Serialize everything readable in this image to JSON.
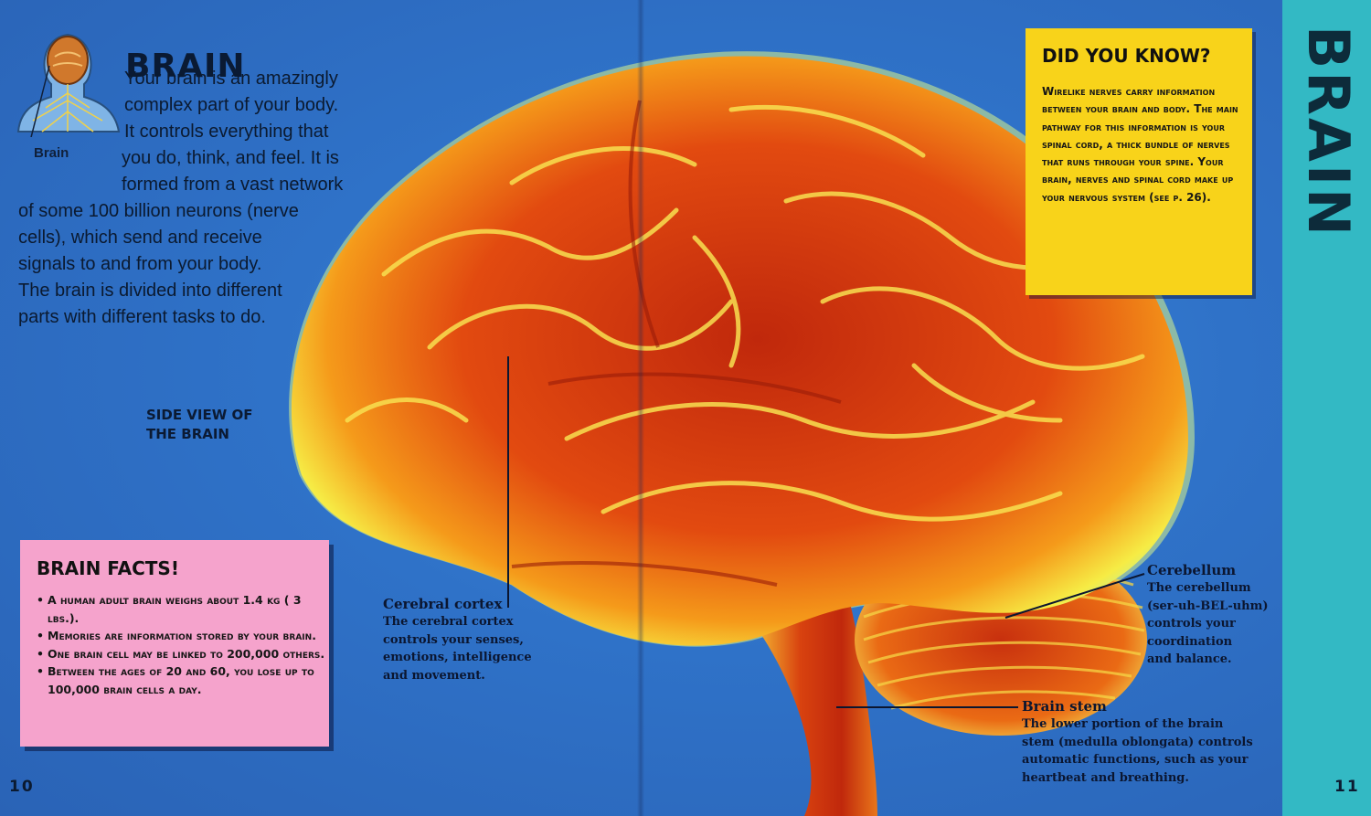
{
  "page_title": "BRAIN",
  "side_tab_title": "BRAIN",
  "icon_label": "Brain",
  "intro_lines": [
    "Your brain is an amazingly",
    "complex part of your body.",
    "It controls everything that",
    "you do, think, and feel. It is",
    "formed from a vast network",
    "of some 100 billion neurons (nerve",
    "cells), which send and receive",
    "signals to and from your body.",
    "The brain is divided into different",
    "parts with different tasks to do."
  ],
  "side_view_lines": [
    "SIDE VIEW OF",
    "THE BRAIN"
  ],
  "brain_facts": {
    "title": "BRAIN FACTS!",
    "items": [
      "A human adult brain weighs about 1.4 kg ( 3 lbs.).",
      "Memories are information stored by your brain.",
      "One brain cell may be linked to 200,000 others.",
      "Between the ages of 20 and 60, you lose up to 100,000 brain cells a day."
    ]
  },
  "did_you_know": {
    "title": "DID YOU KNOW?",
    "text": "Wirelike nerves carry information between your brain and body. The main pathway for this information is your spinal cord, a thick bundle of nerves that runs through your spine. Your brain, nerves and spinal cord make up your nervous system (see p. 26)."
  },
  "callouts": {
    "cortex": {
      "title": "Cerebral cortex",
      "lines": [
        "The cerebral cortex",
        "controls your senses,",
        "emotions, intelligence",
        "and movement."
      ]
    },
    "cerebellum": {
      "title": "Cerebellum",
      "lines": [
        "The cerebellum",
        "(ser-uh-BEL-uhm)",
        "controls your",
        "coordination",
        "and balance."
      ]
    },
    "stem": {
      "title": "Brain stem",
      "lines": [
        "The lower portion of the brain",
        "stem (medulla oblongata) controls",
        "automatic functions, such as your",
        "heartbeat and breathing."
      ]
    }
  },
  "page_numbers": {
    "left": "10",
    "right": "11"
  },
  "colors": {
    "background": "#2f72c8",
    "side_tab": "#33b9c4",
    "facts_box": "#f5a3cc",
    "did_you_know_box": "#f8d31a",
    "brain_core": "#c8300e",
    "brain_glow": "#f6f25a"
  }
}
